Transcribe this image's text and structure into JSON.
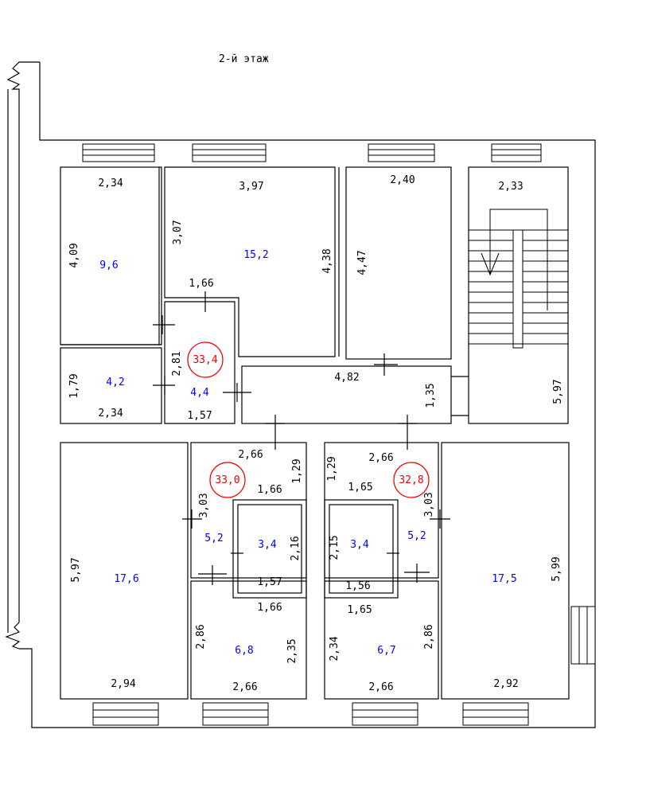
{
  "title": "2-й этаж",
  "colors": {
    "walls": "#000000",
    "dimension_text": "#000000",
    "room_area_text": "#0000ee",
    "apartment_total_text": "#ee0000"
  },
  "apartment_totals": {
    "top": "33,4",
    "bottom_left": "33,0",
    "bottom_right": "32,8"
  },
  "room_areas": {
    "tl_room": "9,6",
    "big_room_top": "15,2",
    "small_tl": "4,2",
    "hall_top": "4,4",
    "big_bl": "17,6",
    "hall_bl": "5,2",
    "bath_bl": "3,4",
    "kitchen_bl": "6,8",
    "bath_br": "3,4",
    "hall_br": "5,2",
    "kitchen_br": "6,7",
    "big_br": "17,5"
  },
  "dimensions": {
    "d_2_34_a": "2,34",
    "d_4_09": "4,09",
    "d_3_97": "3,97",
    "d_3_07": "3,07",
    "d_4_38": "4,38",
    "d_2_40": "2,40",
    "d_4_47": "4,47",
    "d_2_33": "2,33",
    "d_1_66_a": "1,66",
    "d_1_79": "1,79",
    "d_2_34_b": "2,34",
    "d_2_81": "2,81",
    "d_1_57_a": "1,57",
    "d_4_82": "4,82",
    "d_1_35": "1,35",
    "d_5_97_r": "5,97",
    "d_2_66_a": "2,66",
    "d_1_29_a": "1,29",
    "d_1_66_b": "1,66",
    "d_3_03_a": "3,03",
    "d_2_16": "2,16",
    "d_1_57_b": "1,57",
    "d_1_66_c": "1,66",
    "d_5_97_l": "5,97",
    "d_2_86_a": "2,86",
    "d_2_35": "2,35",
    "d_2_94": "2,94",
    "d_2_66_b": "2,66",
    "d_1_29_b": "1,29",
    "d_2_66_c": "2,66",
    "d_1_65_a": "1,65",
    "d_3_03_b": "3,03",
    "d_2_15": "2,15",
    "d_1_56": "1,56",
    "d_1_65_b": "1,65",
    "d_2_34_c": "2,34",
    "d_2_86_b": "2,86",
    "d_2_66_d": "2,66",
    "d_5_99": "5,99",
    "d_2_92": "2,92"
  }
}
